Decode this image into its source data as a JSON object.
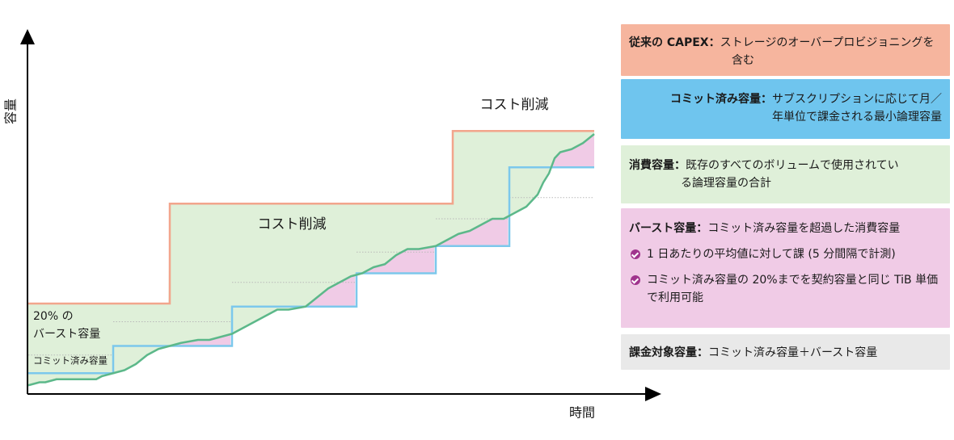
{
  "chart_data": {
    "type": "area",
    "x_axis_label": "時間",
    "y_axis_label": "容量",
    "x_range": [
      0,
      100
    ],
    "y_range": [
      0,
      100
    ],
    "annotations": [
      {
        "text": "コスト削減",
        "region": "center"
      },
      {
        "text": "コスト削減",
        "region": "top-right"
      },
      {
        "text": "20% の",
        "region": "bottom-left"
      },
      {
        "text": "バースト容量",
        "region": "bottom-left"
      },
      {
        "text": "コミット済み容量",
        "region": "bottom-left"
      }
    ],
    "series": [
      {
        "name": "従来の CAPEX",
        "color": "#f2a58c",
        "step": true,
        "points": [
          [
            0,
            28
          ],
          [
            25,
            28
          ],
          [
            25,
            61
          ],
          [
            75,
            61
          ],
          [
            75,
            85
          ],
          [
            100,
            85
          ]
        ]
      },
      {
        "name": "コミット済み容量",
        "color": "#7cc8ec",
        "step": true,
        "points": [
          [
            0,
            5
          ],
          [
            15,
            5
          ],
          [
            15,
            14
          ],
          [
            36,
            14
          ],
          [
            36,
            27
          ],
          [
            58,
            27
          ],
          [
            58,
            38
          ],
          [
            72,
            38
          ],
          [
            72,
            47
          ],
          [
            85,
            47
          ],
          [
            85,
            73
          ],
          [
            100,
            73
          ]
        ]
      },
      {
        "name": "消費容量",
        "color": "#5cb88a",
        "step": false,
        "points": [
          [
            0,
            1
          ],
          [
            2,
            2
          ],
          [
            3,
            2
          ],
          [
            5,
            3
          ],
          [
            8,
            3
          ],
          [
            10,
            3
          ],
          [
            12,
            3
          ],
          [
            13,
            4
          ],
          [
            15,
            5
          ],
          [
            17,
            6
          ],
          [
            19,
            8
          ],
          [
            21,
            11
          ],
          [
            23,
            13
          ],
          [
            25,
            14
          ],
          [
            27,
            15
          ],
          [
            30,
            16
          ],
          [
            32,
            16
          ],
          [
            34,
            17
          ],
          [
            36,
            18
          ],
          [
            38,
            20
          ],
          [
            40,
            22
          ],
          [
            42,
            24
          ],
          [
            44,
            26
          ],
          [
            46,
            26
          ],
          [
            49,
            27
          ],
          [
            51,
            30
          ],
          [
            53,
            33
          ],
          [
            55,
            35
          ],
          [
            57,
            37
          ],
          [
            59,
            38
          ],
          [
            61,
            40
          ],
          [
            63,
            41
          ],
          [
            65,
            44
          ],
          [
            67,
            46
          ],
          [
            69,
            46
          ],
          [
            72,
            47
          ],
          [
            74,
            49
          ],
          [
            76,
            51
          ],
          [
            78,
            52
          ],
          [
            80,
            54
          ],
          [
            82,
            56
          ],
          [
            84,
            56
          ],
          [
            86,
            58
          ],
          [
            88,
            60
          ],
          [
            90,
            64
          ],
          [
            91,
            68
          ],
          [
            92,
            71
          ],
          [
            93,
            76
          ],
          [
            94,
            78
          ],
          [
            96,
            79
          ],
          [
            98,
            81
          ],
          [
            100,
            84
          ]
        ]
      }
    ],
    "burst_reference_lines": [
      11,
      22,
      35,
      45,
      56,
      63
    ],
    "burst_fill_color": "#f0cbe6",
    "savings_fill_color": "#dff0d9"
  },
  "legend": {
    "capex": {
      "head": "従来の CAPEX：",
      "line1": "ストレージのオーバープロビジョニングを",
      "line2": "含む"
    },
    "commit": {
      "head": "コミット済み容量：",
      "line1": "サブスクリプションに応じて月／",
      "line2": "年単位で課金される最小論理容量"
    },
    "consumed": {
      "head": "消費容量：",
      "line1": "既存のすべてのボリュームで使用されてい",
      "line2": "る論理容量の合計"
    },
    "burst": {
      "head": "バースト容量：",
      "line1": "コミット済み容量を超過した消費容量",
      "items": [
        "1 日あたりの平均値に対して課 (5 分間隔で計測)",
        "コミット済み容量の 20%までを契約容量と同じ TiB 単価で利用可能"
      ]
    },
    "billable": {
      "head": "課金対象容量：",
      "line1": "コミット済み容量＋バースト容量"
    }
  }
}
